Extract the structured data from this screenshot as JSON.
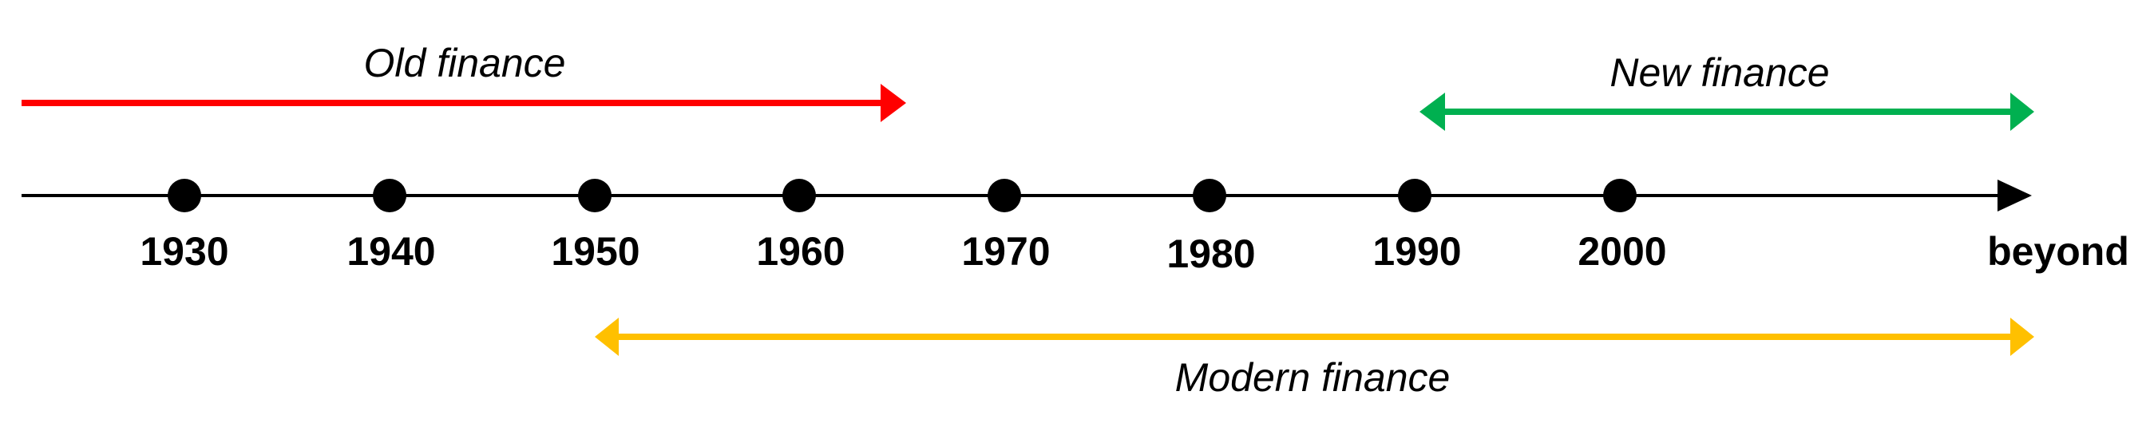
{
  "timeline": {
    "ticks": [
      "1930",
      "1940",
      "1950",
      "1960",
      "1970",
      "1980",
      "1990",
      "2000"
    ],
    "end_label": "beyond",
    "axis_color": "#000000"
  },
  "eras": {
    "old": {
      "label": "Old finance",
      "color": "#ff0000",
      "span_start": "",
      "span_end": "1960s",
      "arrowheads": "end"
    },
    "new": {
      "label": "New finance",
      "color": "#00b050",
      "span_start": "1990",
      "span_end": "beyond",
      "arrowheads": "both"
    },
    "modern": {
      "label": "Modern finance",
      "color": "#ffc000",
      "span_start": "1950",
      "span_end": "beyond",
      "arrowheads": "both"
    }
  }
}
